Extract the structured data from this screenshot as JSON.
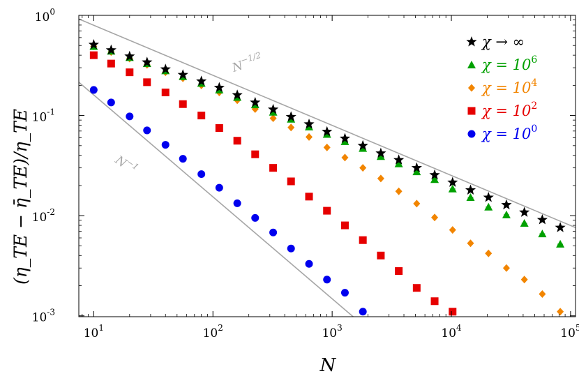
{
  "chart_data": {
    "type": "scatter",
    "xscale": "log",
    "yscale": "log",
    "xlim": [
      7.5,
      110000
    ],
    "ylim": [
      0.00098,
      1.0
    ],
    "xlabel": "N",
    "ylabel": "(η_TE − η̄_TE)/η_TE",
    "xticks": [
      {
        "value": 10,
        "base": "10",
        "exp": "1"
      },
      {
        "value": 100,
        "base": "10",
        "exp": "2"
      },
      {
        "value": 1000,
        "base": "10",
        "exp": "3"
      },
      {
        "value": 10000,
        "base": "10",
        "exp": "4"
      },
      {
        "value": 100000,
        "base": "10",
        "exp": "5"
      }
    ],
    "yticks": [
      {
        "value": 1,
        "base": "10",
        "exp": "0"
      },
      {
        "value": 0.1,
        "base": "10",
        "exp": "-1"
      },
      {
        "value": 0.01,
        "base": "10",
        "exp": "-2"
      },
      {
        "value": 0.001,
        "base": "10",
        "exp": "-3"
      }
    ],
    "x": [
      10,
      14,
      20,
      28,
      40,
      56,
      80,
      113,
      160,
      226,
      320,
      452,
      640,
      905,
      1280,
      1810,
      2560,
      3620,
      5120,
      7240,
      10240,
      14480,
      20480,
      28960,
      40960,
      57920,
      81920
    ],
    "series": [
      {
        "name": "χ → ∞",
        "color": "#000000",
        "marker": "star",
        "values": [
          0.51,
          0.45,
          0.39,
          0.34,
          0.29,
          0.255,
          0.22,
          0.19,
          0.16,
          0.135,
          0.115,
          0.097,
          0.082,
          0.069,
          0.059,
          0.05,
          0.042,
          0.036,
          0.03,
          0.0255,
          0.0215,
          0.018,
          0.0152,
          0.0128,
          0.0108,
          0.0091,
          0.0076
        ]
      },
      {
        "name": "χ = 10⁶",
        "color": "#00a000",
        "marker": "triangle",
        "values": [
          0.49,
          0.44,
          0.38,
          0.33,
          0.28,
          0.245,
          0.21,
          0.18,
          0.152,
          0.128,
          0.108,
          0.092,
          0.077,
          0.065,
          0.055,
          0.047,
          0.039,
          0.033,
          0.0275,
          0.023,
          0.0185,
          0.0152,
          0.0122,
          0.0102,
          0.0084,
          0.0066,
          0.0052
        ]
      },
      {
        "name": "χ = 10⁴",
        "color": "#f28500",
        "marker": "diamond",
        "values": [
          0.49,
          0.43,
          0.37,
          0.32,
          0.27,
          0.235,
          0.2,
          0.17,
          0.142,
          0.116,
          0.094,
          0.076,
          0.061,
          0.048,
          0.038,
          0.03,
          0.0235,
          0.0175,
          0.0132,
          0.0096,
          0.0072,
          0.0053,
          0.0042,
          0.003,
          0.0023,
          0.00165,
          0.0011
        ]
      },
      {
        "name": "χ = 10²",
        "color": "#e60000",
        "marker": "square",
        "values": [
          0.4,
          0.33,
          0.27,
          0.215,
          0.17,
          0.13,
          0.1,
          0.075,
          0.056,
          0.041,
          0.03,
          0.022,
          0.0155,
          0.0112,
          0.008,
          0.0057,
          0.004,
          0.0028,
          0.0019,
          0.0014,
          0.0011
        ]
      },
      {
        "name": "χ = 10⁰",
        "color": "#0000ee",
        "marker": "circle",
        "values": [
          0.18,
          0.135,
          0.098,
          0.071,
          0.051,
          0.037,
          0.026,
          0.019,
          0.0133,
          0.0095,
          0.0068,
          0.0047,
          0.0033,
          0.0023,
          0.0017,
          0.0011
        ]
      }
    ],
    "reference_lines": [
      {
        "label": "N",
        "label_exp": "−1/2",
        "from": [
          7.5,
          0.92
        ],
        "to": [
          110000,
          0.0076
        ]
      },
      {
        "label": "N",
        "label_exp": "−1",
        "from": [
          7.5,
          0.215
        ],
        "to": [
          1500,
          0.00098
        ]
      }
    ],
    "legend": {
      "placement": "top-right",
      "entries": [
        {
          "prefix": "χ → ∞",
          "sup": "",
          "color": "#000000",
          "marker": "star"
        },
        {
          "prefix": "χ = 10",
          "sup": "6",
          "color": "#00a000",
          "marker": "triangle"
        },
        {
          "prefix": "χ = 10",
          "sup": "4",
          "color": "#f28500",
          "marker": "diamond"
        },
        {
          "prefix": "χ = 10",
          "sup": "2",
          "color": "#e60000",
          "marker": "square"
        },
        {
          "prefix": "χ = 10",
          "sup": "0",
          "color": "#0000ee",
          "marker": "circle"
        }
      ]
    },
    "grid": false
  }
}
